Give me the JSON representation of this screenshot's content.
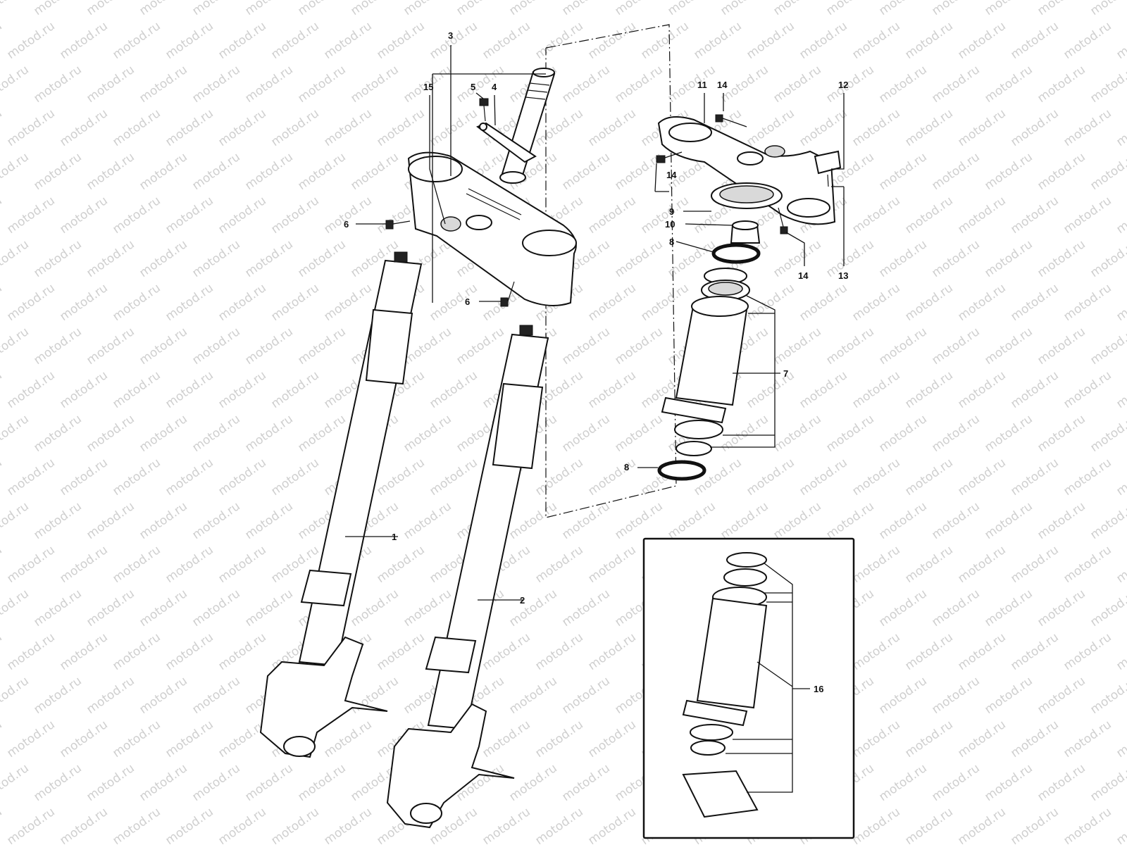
{
  "watermark": {
    "text": "motod.ru",
    "color": "#cfcfcf"
  },
  "callouts": {
    "c1": "1",
    "c2": "2",
    "c3": "3",
    "c4": "4",
    "c5": "5",
    "c6a": "6",
    "c6b": "6",
    "c7": "7",
    "c8a": "8",
    "c8b": "8",
    "c9": "9",
    "c10": "10",
    "c11": "11",
    "c12": "12",
    "c13": "13",
    "c14a": "14",
    "c14b": "14",
    "c14c": "14",
    "c15": "15",
    "c16": "16"
  },
  "colors": {
    "line": "#111111",
    "shade": "#d9d9d9",
    "background": "#ffffff"
  }
}
